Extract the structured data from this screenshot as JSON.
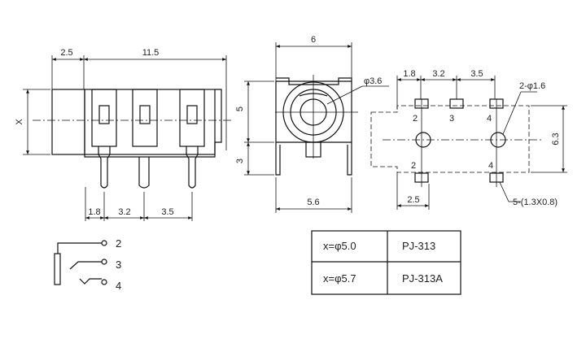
{
  "side_view": {
    "dims": {
      "d_2_5": "2.5",
      "d_11_5": "11.5",
      "x": "X",
      "p1": "1.8",
      "p2": "3.2",
      "p3": "3.5"
    }
  },
  "front_view": {
    "dims": {
      "w6": "6",
      "hole": "φ3.6",
      "h5": "5",
      "h3": "3",
      "w5_6": "5.6"
    }
  },
  "pcb_view": {
    "dims": {
      "p1": "1.8",
      "p2": "3.2",
      "p3": "3.5",
      "holes": "2-φ1.6",
      "h6_3": "6.3",
      "w2_5": "2.5",
      "pads": "5-(1.3X0.8)"
    },
    "pad_labels": {
      "a": "2",
      "b": "3",
      "c": "4",
      "d": "2",
      "e": "4"
    }
  },
  "schematic": {
    "pins": [
      "2",
      "3",
      "4"
    ]
  },
  "table": {
    "rows": [
      {
        "spec": "x=φ5.0",
        "model": "PJ-313"
      },
      {
        "spec": "x=φ5.7",
        "model": "PJ-313A"
      }
    ]
  }
}
